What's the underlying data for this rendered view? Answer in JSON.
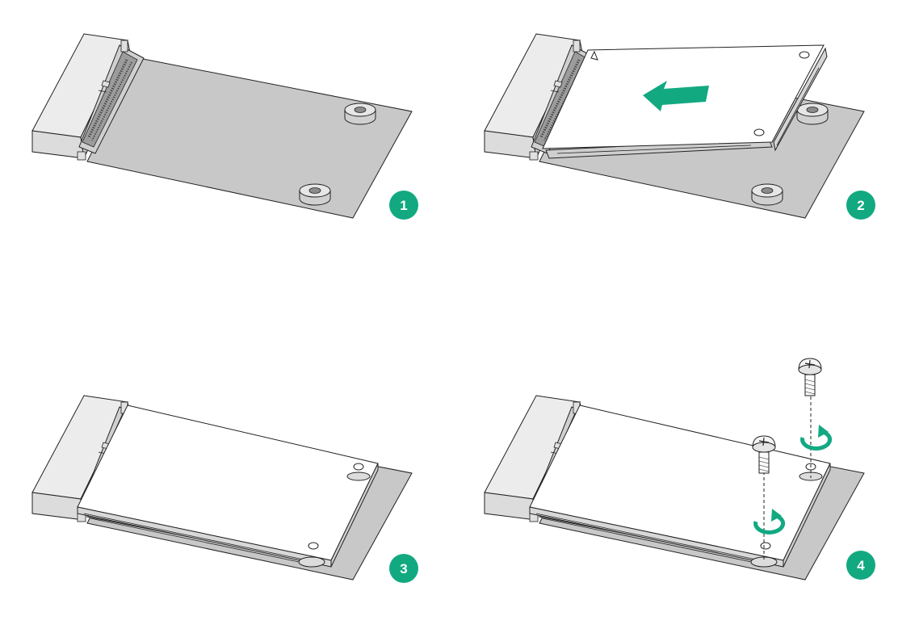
{
  "colors": {
    "accent": "#12a981",
    "board": "#c8c8c8",
    "card": "#ffffff",
    "card_installed": "#e8e8e8",
    "connector": "#e9e9e9",
    "outline": "#222222"
  },
  "steps": [
    {
      "number": "1"
    },
    {
      "number": "2"
    },
    {
      "number": "3"
    },
    {
      "number": "4"
    }
  ]
}
